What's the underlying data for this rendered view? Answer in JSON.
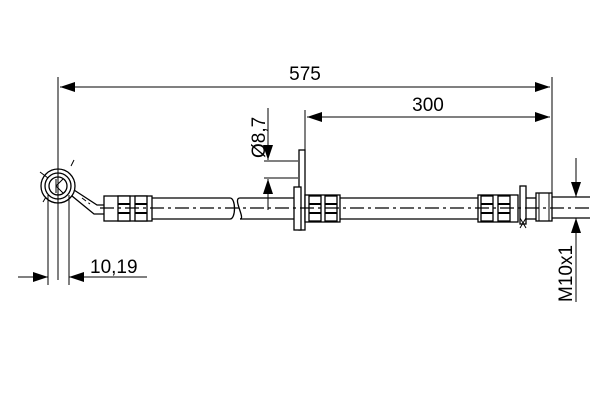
{
  "drawing": {
    "type": "brake-hose-technical-drawing",
    "line_color": "#000000",
    "background": "#ffffff",
    "dimensions": {
      "overall_length": "575",
      "partial_length": "300",
      "bracket_diameter": "Ø8,7",
      "eye_offset": "10,19",
      "thread": "M10x1"
    },
    "components": [
      "banjo-eye-fitting",
      "left-crimp-ferrule",
      "hose-break-symbol",
      "mounting-bracket",
      "middle-crimp-ferrule",
      "right-crimp-ferrule",
      "right-bracket-clip",
      "threaded-end-fitting"
    ]
  }
}
